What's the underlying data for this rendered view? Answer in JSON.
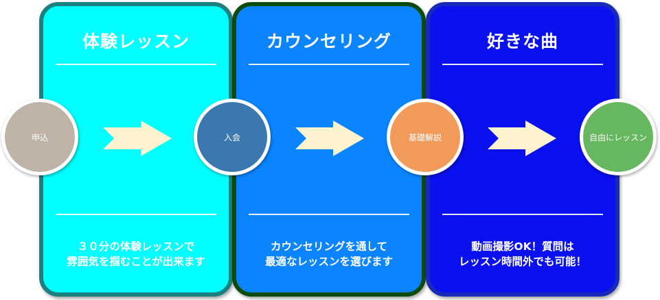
{
  "panels": [
    {
      "title": "体験レッスン",
      "desc_line1": "３０分の体験レッスンで",
      "desc_line2": "雰囲気を掴むことが出来ます"
    },
    {
      "title": "カウンセリング",
      "desc_line1": "カウンセリングを通して",
      "desc_line2": "最適なレッスンを選びます"
    },
    {
      "title": "好きな曲",
      "desc_line1": "動画撮影OK！質問は",
      "desc_line2": "レッスン時間外でも可能！"
    }
  ],
  "steps": [
    {
      "label": "申込"
    },
    {
      "label": "入会"
    },
    {
      "label": "基礎解説"
    },
    {
      "label": "自由にレッスン"
    }
  ],
  "colors": {
    "panel1": "#00ffff",
    "panel2": "#0a84ff",
    "panel3": "#0a10ee",
    "arrow": "#fdf3cf",
    "step1": "#bfb3a8",
    "step2": "#3b78b0",
    "step3": "#f29a5a",
    "step4": "#67b760"
  },
  "icons": [
    "arrow-right-icon"
  ]
}
